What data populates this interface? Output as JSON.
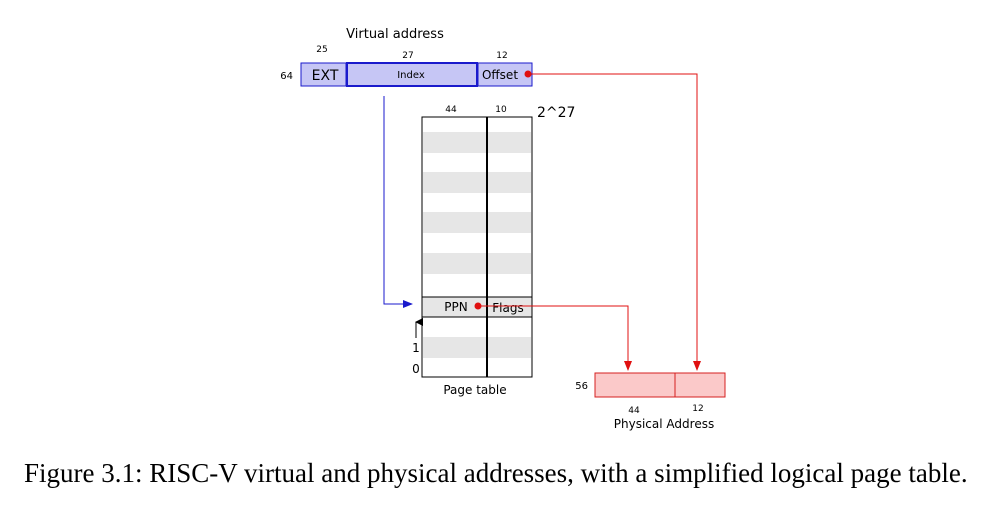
{
  "virtual_address": {
    "title": "Virtual address",
    "total_bits": "64",
    "fields": [
      {
        "label": "EXT",
        "bits": "25"
      },
      {
        "label": "Index",
        "bits": "27"
      },
      {
        "label": "Offset",
        "bits": "12"
      }
    ]
  },
  "page_table": {
    "label": "Page table",
    "col_bits": [
      "44",
      "10"
    ],
    "size": "2^27",
    "entry": {
      "ppn": "PPN",
      "flags": "Flags"
    },
    "row_labels": [
      "1",
      "0"
    ]
  },
  "physical_address": {
    "label": "Physical Address",
    "total_bits": "56",
    "field_bits": [
      "44",
      "12"
    ]
  },
  "caption": "Figure 3.1: RISC-V virtual and physical addresses, with a simplified logical page table.",
  "colors": {
    "virtual_fill": "#c6c6f5",
    "virtual_stroke": "#1a1acc",
    "physical_fill": "#fbc9c9",
    "physical_stroke": "#d62020",
    "arrow_blue": "#1a1acc",
    "arrow_red": "#e01010",
    "stripe": "#e6e6e6"
  }
}
